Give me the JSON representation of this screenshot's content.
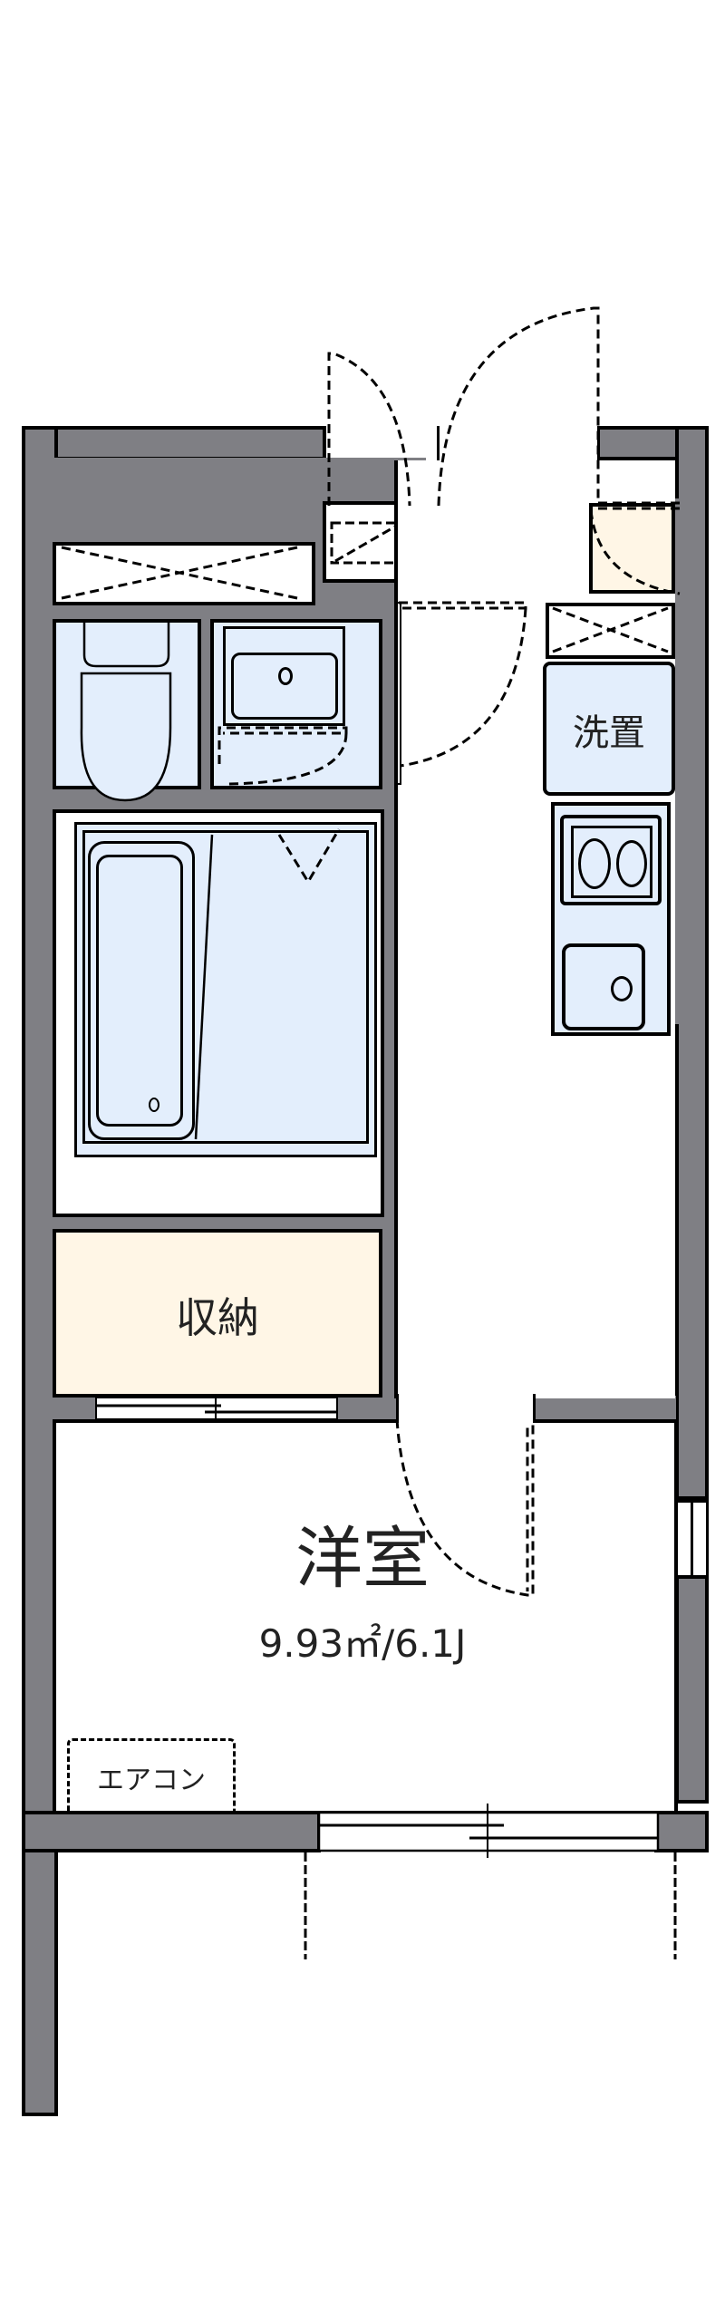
{
  "floorplan": {
    "rooms": {
      "western_room": {
        "label": "洋室",
        "area": "9.93㎡/6.1J"
      },
      "storage": {
        "label": "収納"
      },
      "washer_space": {
        "label": "洗置"
      },
      "air_conditioner": {
        "label": "エアコン"
      }
    },
    "colors": {
      "wall": "#7f7f84",
      "wet_area": "#e3eefc",
      "storage": "#fff6e6",
      "line": "#000000"
    }
  }
}
